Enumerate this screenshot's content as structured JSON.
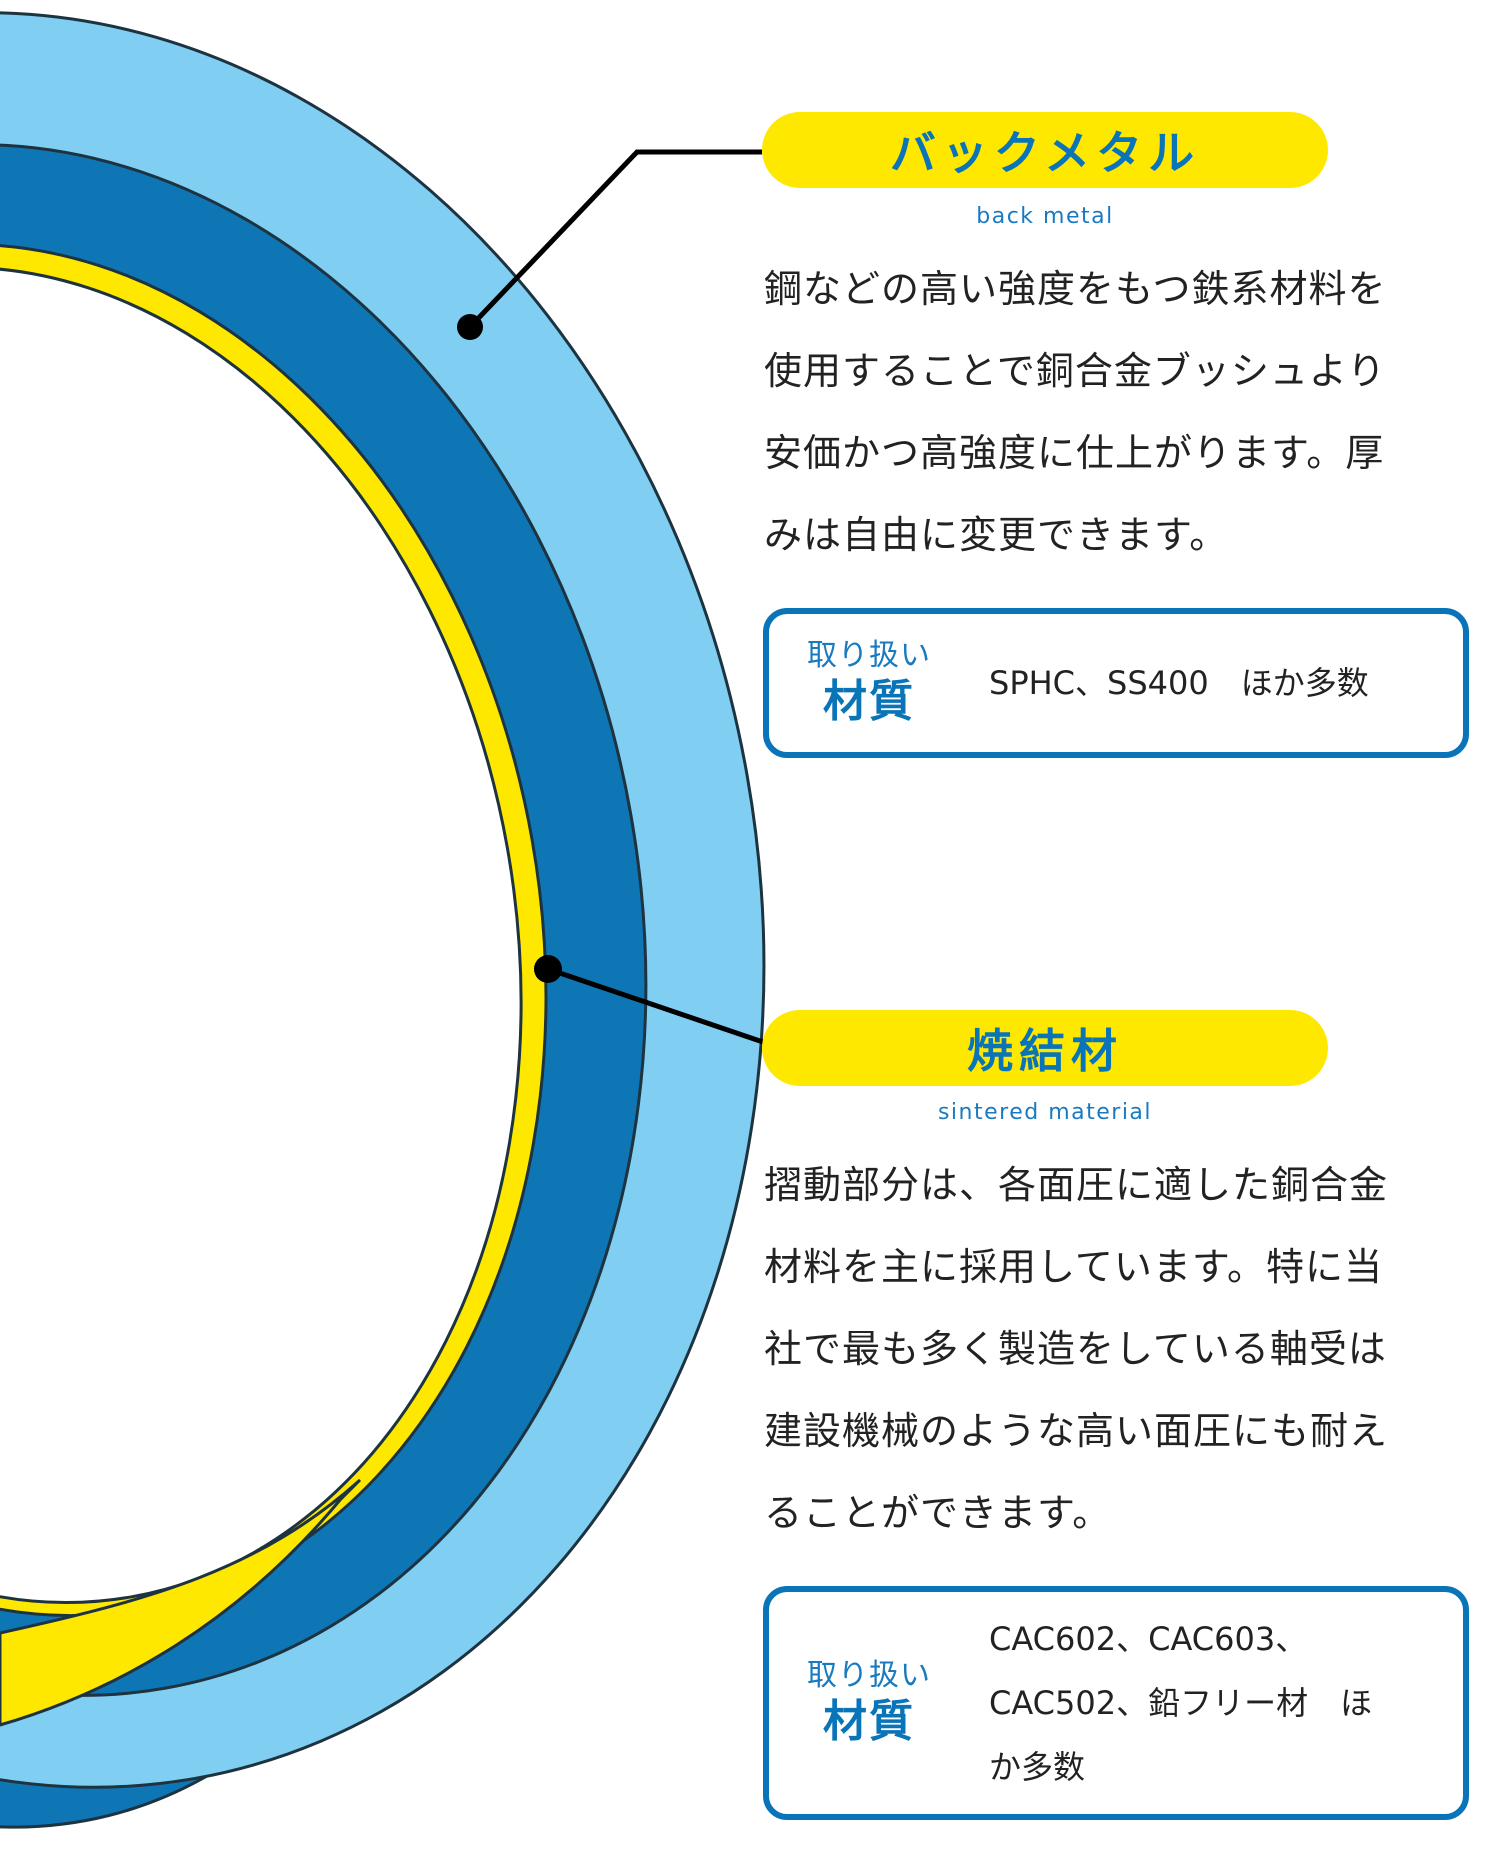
{
  "colors": {
    "back_metal": "#80cff3",
    "outer_dark": "#0f76b6",
    "sintered": "#ffe800",
    "outline": "#1d3340",
    "accent_blue": "#0a74b8"
  },
  "callouts": [
    {
      "title": "バックメタル",
      "subtitle": "back metal",
      "description_lines": [
        "鋼などの高い強度をもつ鉄系材料を",
        "使用することで銅合金ブッシュより",
        "安価かつ高強度に仕上がります。厚",
        "みは自由に変更できます。"
      ],
      "materials": {
        "label_top": "取り扱い",
        "label_main": "材質",
        "value_lines": [
          "SPHC、SS400　ほか多数"
        ]
      }
    },
    {
      "title": "焼結材",
      "subtitle": "sintered material",
      "description_lines": [
        "摺動部分は、各面圧に適した銅合金",
        "材料を主に採用しています。特に当",
        "社で最も多く製造をしている軸受は",
        "建設機械のような高い面圧にも耐え",
        "ることができます。"
      ],
      "materials": {
        "label_top": "取り扱い",
        "label_main": "材質",
        "value_lines": [
          "CAC602、CAC603、",
          "CAC502、鉛フリー材　ほ",
          "か多数"
        ]
      }
    }
  ]
}
